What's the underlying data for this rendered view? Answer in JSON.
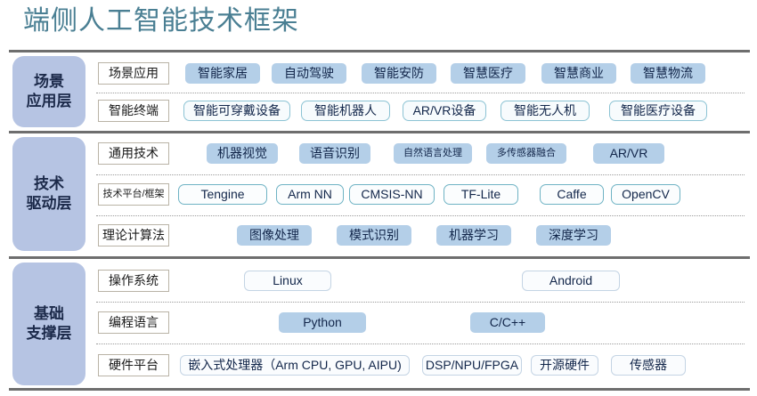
{
  "title": "端侧人工智能技术框架",
  "colors": {
    "title": "#4a7f93",
    "badge_fill": "#b6c4e3",
    "pill_fill": "#b4cfe8",
    "pill_outline_border": "#8cc3d4",
    "teal_border": "#6fb3c4",
    "rule": "#6e6e6e",
    "text": "#12264a"
  },
  "layers": [
    {
      "id": "scene-application-layer",
      "badge_lines": [
        "场景",
        "应用层"
      ],
      "rows": [
        {
          "id": "scene-application-row",
          "label": "场景应用",
          "label_small": false,
          "items": [
            {
              "text": "智能家居",
              "style": "fill"
            },
            {
              "text": "自动驾驶",
              "style": "fill"
            },
            {
              "text": "智能安防",
              "style": "fill"
            },
            {
              "text": "智慧医疗",
              "style": "fill"
            },
            {
              "text": "智慧商业",
              "style": "fill"
            },
            {
              "text": "智慧物流",
              "style": "fill"
            }
          ]
        },
        {
          "id": "smart-terminal-row",
          "label": "智能终端",
          "label_small": false,
          "items": [
            {
              "text": "智能可穿戴设备",
              "style": "outline"
            },
            {
              "text": "智能机器人",
              "style": "outline"
            },
            {
              "text": "AR/VR设备",
              "style": "outline"
            },
            {
              "text": "智能无人机",
              "style": "outline"
            },
            {
              "text": "智能医疗设备",
              "style": "outline"
            }
          ]
        }
      ]
    },
    {
      "id": "technology-driver-layer",
      "badge_lines": [
        "技术",
        "驱动层"
      ],
      "rows": [
        {
          "id": "general-technology-row",
          "label": "通用技术",
          "label_small": false,
          "items": [
            {
              "text": "机器视觉",
              "style": "fill"
            },
            {
              "text": "语音识别",
              "style": "fill"
            },
            {
              "text": "自然语言处理",
              "style": "fill",
              "small": true
            },
            {
              "text": "多传感器融合",
              "style": "fill",
              "small": true
            },
            {
              "text": "AR/VR",
              "style": "fill"
            }
          ]
        },
        {
          "id": "technology-platform-row",
          "label": "技术平台/框架",
          "label_small": true,
          "items": [
            {
              "text": "Tengine",
              "style": "teal"
            },
            {
              "text": "Arm NN",
              "style": "teal"
            },
            {
              "text": "CMSIS-NN",
              "style": "teal"
            },
            {
              "text": "TF-Lite",
              "style": "teal"
            },
            {
              "text": "Caffe",
              "style": "teal"
            },
            {
              "text": "OpenCV",
              "style": "teal"
            }
          ]
        },
        {
          "id": "theory-algorithm-row",
          "label": "理论计算法",
          "label_small": false,
          "items": [
            {
              "text": "图像处理",
              "style": "fill"
            },
            {
              "text": "模式识别",
              "style": "fill"
            },
            {
              "text": "机器学习",
              "style": "fill"
            },
            {
              "text": "深度学习",
              "style": "fill"
            }
          ]
        }
      ]
    },
    {
      "id": "foundation-support-layer",
      "badge_lines": [
        "基础",
        "支撑层"
      ],
      "rows": [
        {
          "id": "operating-system-row",
          "label": "操作系统",
          "label_small": false,
          "items": [
            {
              "text": "Linux",
              "style": "outline-soft"
            },
            {
              "text": "Android",
              "style": "outline-soft"
            }
          ]
        },
        {
          "id": "programming-language-row",
          "label": "编程语言",
          "label_small": false,
          "items": [
            {
              "text": "Python",
              "style": "fill"
            },
            {
              "text": "C/C++",
              "style": "fill"
            }
          ]
        },
        {
          "id": "hardware-platform-row",
          "label": "硬件平台",
          "label_small": false,
          "items": [
            {
              "text": "嵌入式处理器（Arm CPU, GPU, AIPU)",
              "style": "outline-soft"
            },
            {
              "text": "DSP/NPU/FPGA",
              "style": "outline-soft"
            },
            {
              "text": "开源硬件",
              "style": "outline-soft"
            },
            {
              "text": "传感器",
              "style": "outline-soft"
            }
          ]
        }
      ]
    }
  ]
}
